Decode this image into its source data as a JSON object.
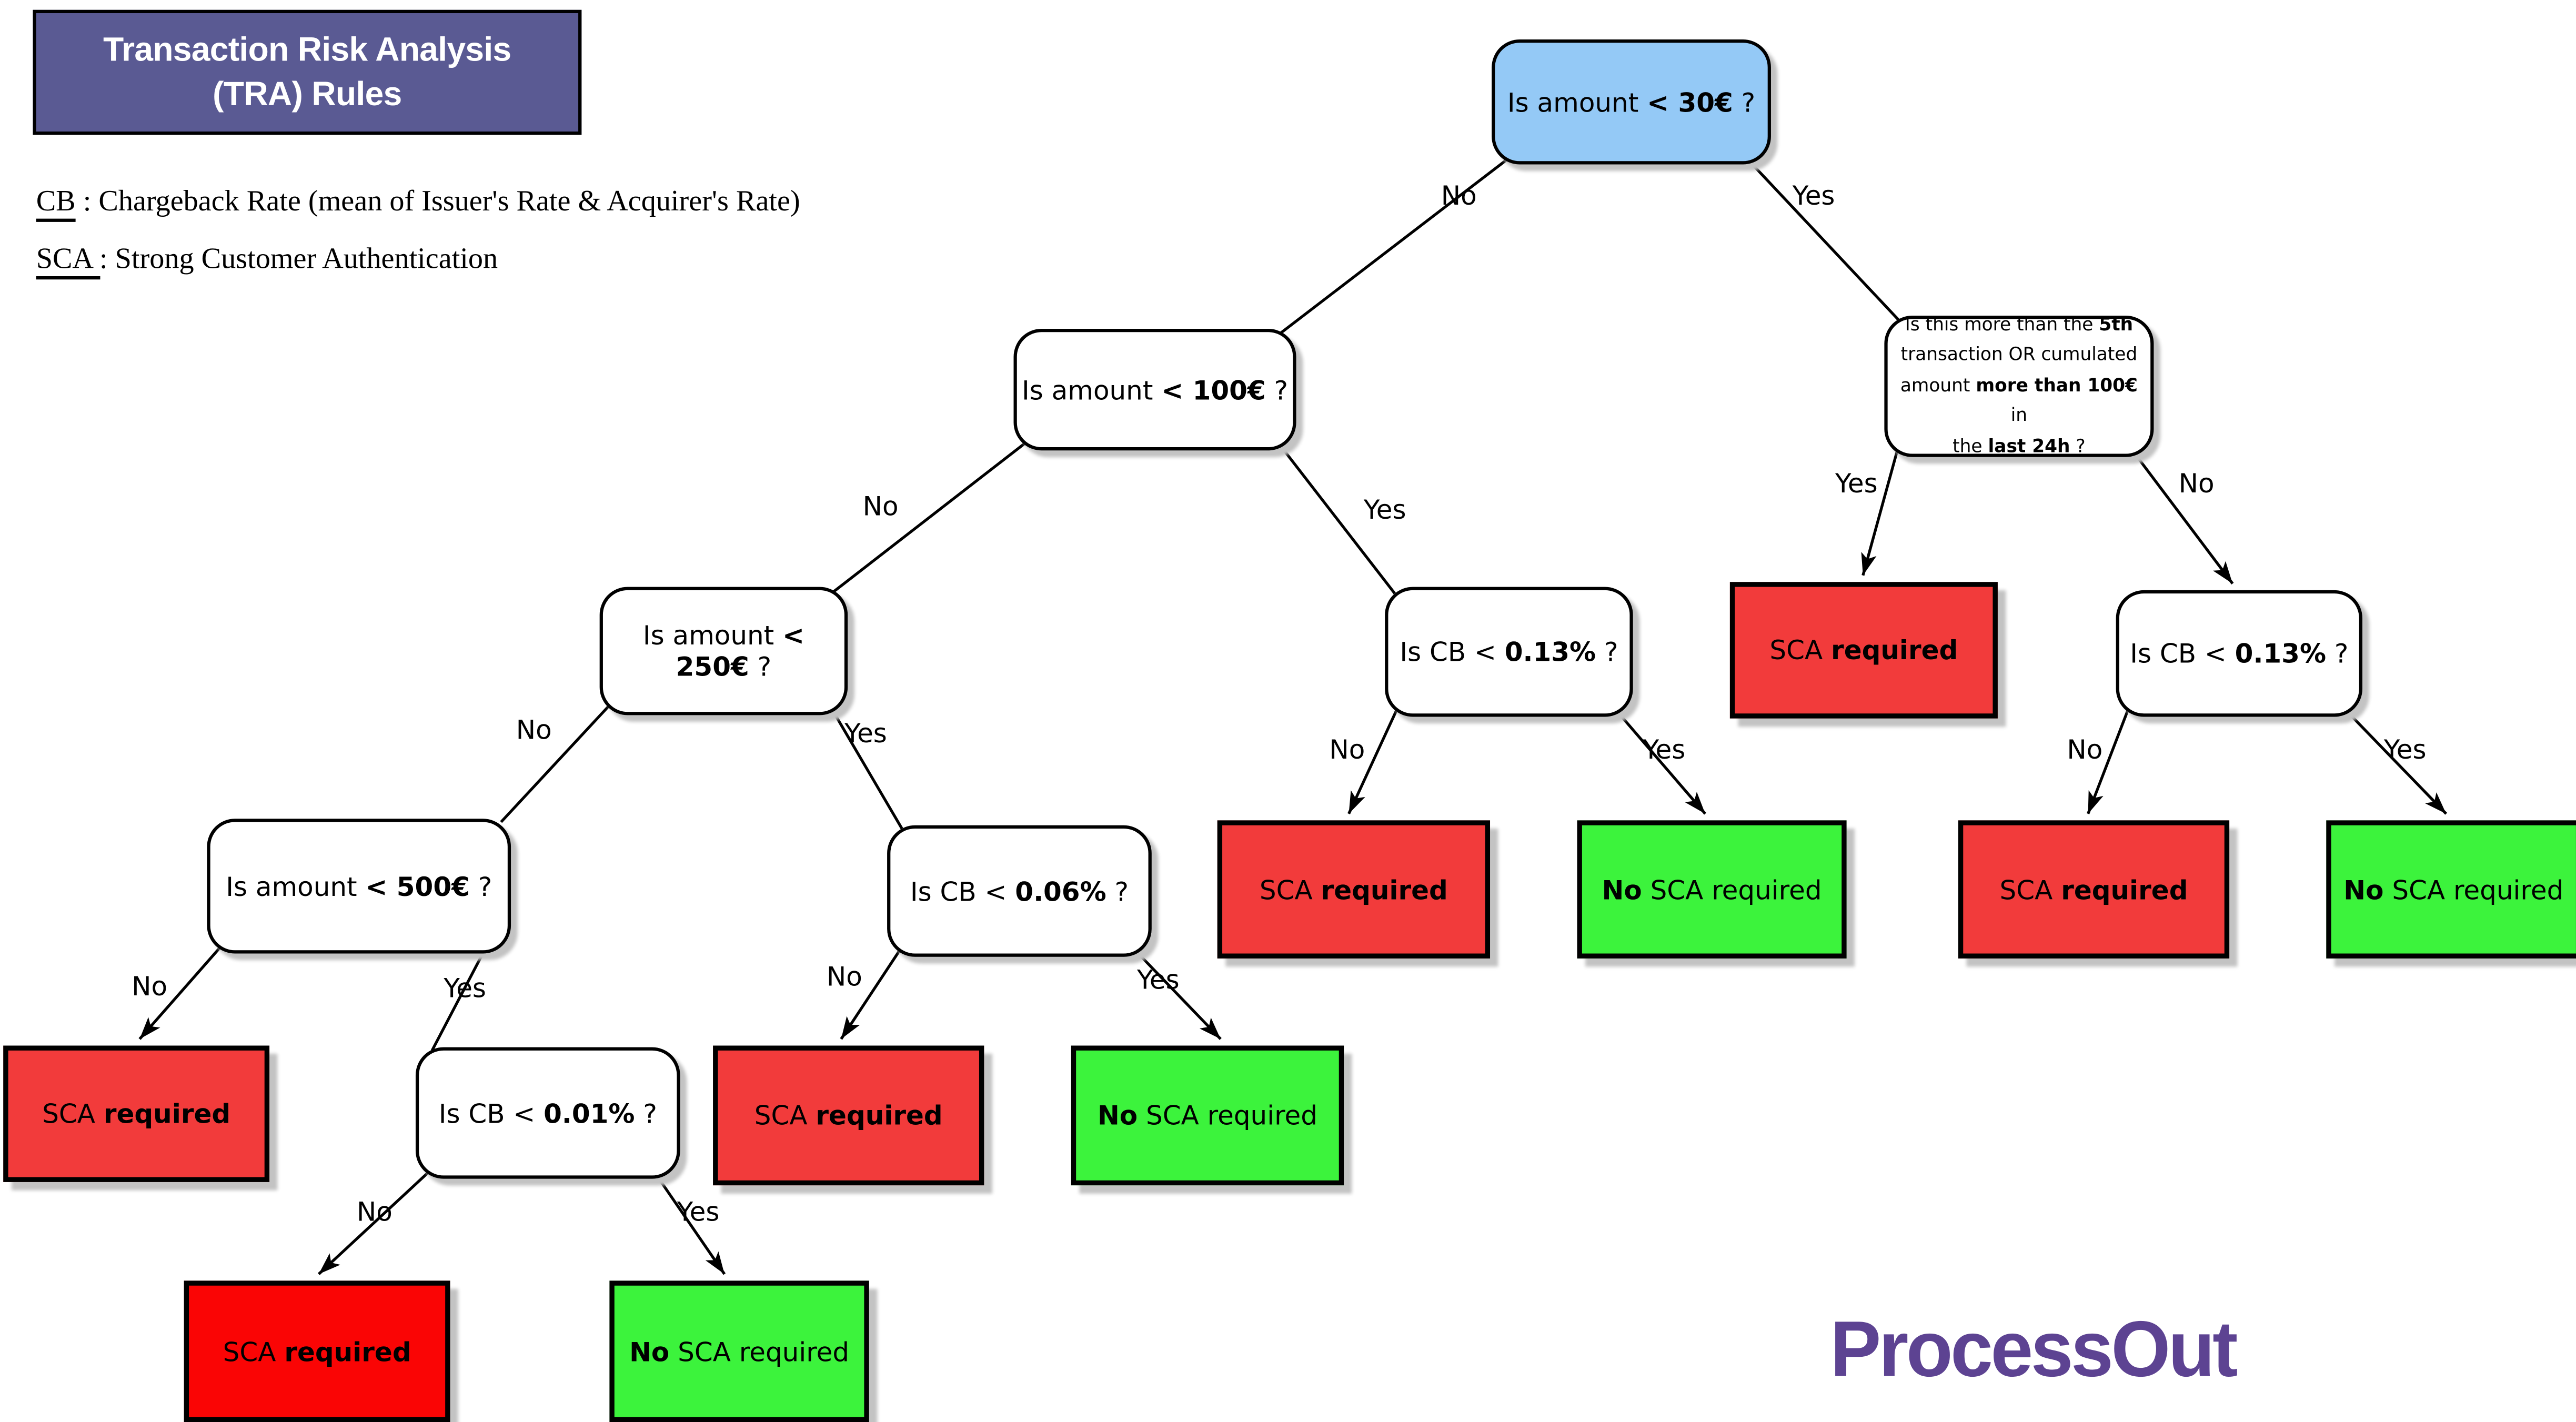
{
  "title": {
    "line1": "Transaction Risk Analysis",
    "line2": "(TRA) Rules"
  },
  "legend": {
    "cb": [
      [
        {
          "t": "CB",
          "u": true
        },
        {
          "t": " : Chargeback Rate (mean of Issuer's Rate & Acquirer's Rate)"
        }
      ]
    ],
    "sca": [
      [
        {
          "t": "SCA ",
          "u": true
        },
        {
          "t": ": Strong Customer Authentication"
        }
      ]
    ]
  },
  "edge_labels": {
    "yes": "Yes",
    "no": "No"
  },
  "nodes": {
    "amount_30": {
      "rich": [
        [
          {
            "t": "Is amount "
          },
          {
            "t": "< 30€",
            "b": true
          },
          {
            "t": " ?"
          }
        ]
      ]
    },
    "amount_100": {
      "rich": [
        [
          {
            "t": "Is amount "
          },
          {
            "t": "< 100€",
            "b": true
          },
          {
            "t": " ?"
          }
        ]
      ]
    },
    "amount_250": {
      "rich": [
        [
          {
            "t": "Is amount "
          },
          {
            "t": "< 250€",
            "b": true
          },
          {
            "t": " ?"
          }
        ]
      ]
    },
    "amount_500": {
      "rich": [
        [
          {
            "t": "Is amount "
          },
          {
            "t": "< 500€",
            "b": true
          },
          {
            "t": " ?"
          }
        ]
      ]
    },
    "cb_001": {
      "rich": [
        [
          {
            "t": "Is CB < "
          },
          {
            "t": "0.01%",
            "b": true
          },
          {
            "t": " ?"
          }
        ]
      ]
    },
    "cb_006": {
      "rich": [
        [
          {
            "t": "Is CB < "
          },
          {
            "t": "0.06%",
            "b": true
          },
          {
            "t": " ?"
          }
        ]
      ]
    },
    "cb_013_mid": {
      "rich": [
        [
          {
            "t": "Is CB < "
          },
          {
            "t": "0.13%",
            "b": true
          },
          {
            "t": " ?"
          }
        ]
      ]
    },
    "cb_013_right": {
      "rich": [
        [
          {
            "t": "Is CB < "
          },
          {
            "t": "0.13%",
            "b": true
          },
          {
            "t": " ?"
          }
        ]
      ]
    },
    "fifth_check": {
      "rich": [
        [
          {
            "t": "Is this more than the "
          },
          {
            "t": "5th",
            "b": true
          }
        ],
        [
          {
            "t": "transaction OR cumulated"
          }
        ],
        [
          {
            "t": "amount "
          },
          {
            "t": "more than 100€",
            "b": true
          },
          {
            "t": " in"
          }
        ],
        [
          {
            "t": "the "
          },
          {
            "t": "last 24h",
            "b": true
          },
          {
            "t": " ?"
          }
        ]
      ]
    }
  },
  "outcomes": {
    "sca_required": {
      "rich": [
        [
          {
            "t": "SCA "
          },
          {
            "t": "required",
            "b": true
          }
        ]
      ]
    },
    "no_sca_required": {
      "rich": [
        [
          {
            "t": "No",
            "b": true
          },
          {
            "t": " SCA required"
          }
        ]
      ]
    }
  },
  "logo": {
    "text": "ProcessOut"
  },
  "colors": {
    "title_bg": "#5a5a93",
    "root_fill": "#94c9f6",
    "node_fill": "#ffffff",
    "sca_red": "#f23b3b",
    "sca_red_bright": "#fa0505",
    "no_sca_green": "#3cf33c",
    "shadow": "#c3c3c3",
    "logo_purple": "#5d4392"
  }
}
